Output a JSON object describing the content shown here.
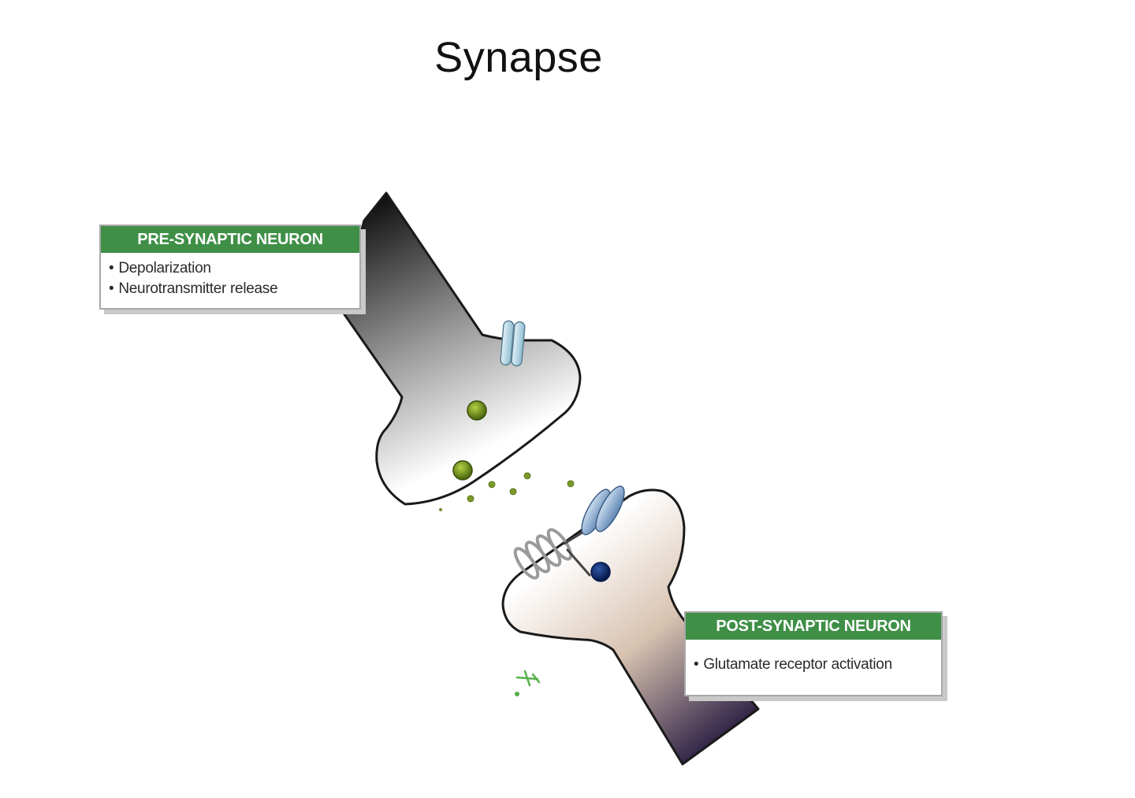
{
  "title": "Synapse",
  "pre_synaptic": {
    "header": "PRE-SYNAPTIC NEURON",
    "items": [
      "Depolarization",
      "Neurotransmitter release"
    ]
  },
  "post_synaptic": {
    "header": "POST-SYNAPTIC NEURON",
    "items": [
      "Glutamate receptor activation"
    ]
  },
  "colors": {
    "label_header": "#3f8f47",
    "pre_neuron_dark": "#111111",
    "post_neuron_dark": "#1a0f3a",
    "vesicle": "#6f8d1c",
    "ion_channel": "#a9d0e0",
    "receptor": "#7b9fc4",
    "ion": "#0d2a66"
  }
}
